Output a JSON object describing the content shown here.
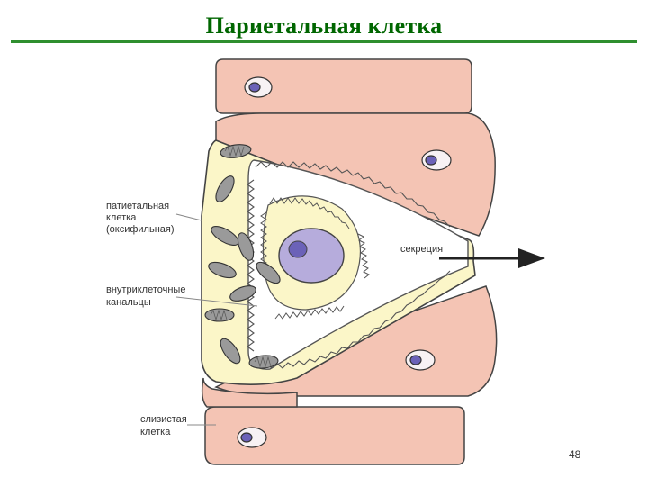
{
  "slide": {
    "title": "Париетальная клетка",
    "page_number": "48"
  },
  "labels": {
    "parietal_line1": "патиетальная",
    "parietal_line2": "клетка",
    "parietal_line3": "(оксифильная)",
    "canals_line1": "внутриклеточные",
    "canals_line2": "канальцы",
    "mucous_line1": "слизистая",
    "mucous_line2": "клетка",
    "secretion": "секреция"
  },
  "colors": {
    "title": "#006600",
    "rule": "#2f8f2f",
    "mucous_cell_fill": "#f4c4b4",
    "parietal_cell_fill": "#fbf6c8",
    "nucleus_fill": "#9b92cf",
    "outline": "#333333"
  }
}
